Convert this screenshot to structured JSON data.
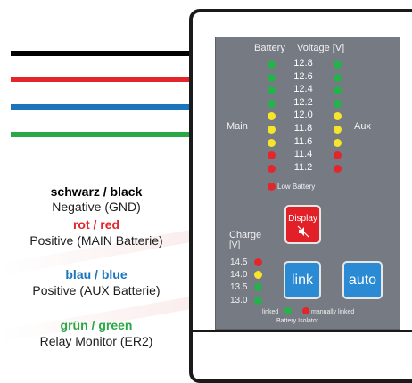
{
  "legend": [
    {
      "title": "schwarz / black",
      "subtitle": "Negative (GND)",
      "color": "#000000"
    },
    {
      "title": "rot / red",
      "subtitle": "Positive (MAIN Batterie)",
      "color": "#e3262b"
    },
    {
      "title": "blau / blue",
      "subtitle": "Positive (AUX Batterie)",
      "color": "#1b75bc"
    },
    {
      "title": "grün / green",
      "subtitle": "Relay Monitor (ER2)",
      "color": "#2aa846"
    }
  ],
  "panel": {
    "header_battery": "Battery",
    "header_voltage": "Voltage [V]",
    "main_label": "Main",
    "aux_label": "Aux",
    "voltage_levels": [
      {
        "value": "12.8",
        "color": "green"
      },
      {
        "value": "12.6",
        "color": "green"
      },
      {
        "value": "12.4",
        "color": "green"
      },
      {
        "value": "12.2",
        "color": "green"
      },
      {
        "value": "12.0",
        "color": "yellow"
      },
      {
        "value": "11.8",
        "color": "yellow"
      },
      {
        "value": "11.6",
        "color": "yellow"
      },
      {
        "value": "11.4",
        "color": "red"
      },
      {
        "value": "11.2",
        "color": "red"
      }
    ],
    "low_battery": "Low Battery",
    "charge_label_1": "Charge",
    "charge_label_2": "[V]",
    "charge_levels": [
      {
        "value": "14.5",
        "color": "red"
      },
      {
        "value": "14.0",
        "color": "yellow"
      },
      {
        "value": "13.5",
        "color": "green"
      },
      {
        "value": "13.0",
        "color": "green"
      }
    ],
    "display_button": "Display",
    "link_button": "link",
    "auto_button": "auto",
    "linked_label": "linked",
    "manually_linked_label": "manually linked",
    "battery_isolator_label": "Battery Isolator"
  }
}
